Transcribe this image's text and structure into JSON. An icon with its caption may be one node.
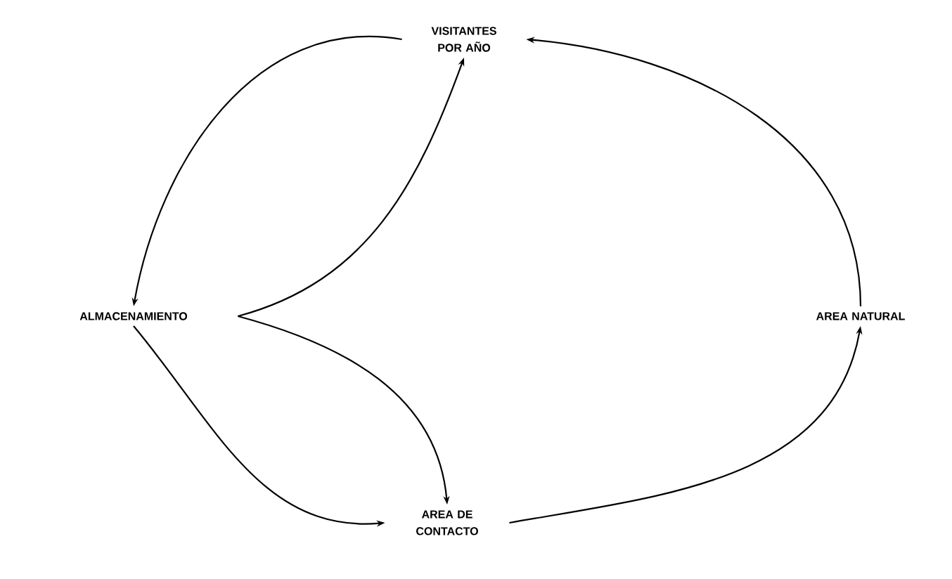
{
  "diagram": {
    "nodes": [
      {
        "text": [
          "VISITANTES POR AÑO"
        ]
      },
      {
        "text": [
          "ALMACENAMIENTO"
        ]
      },
      {
        "text": [
          "AREA NATURAL"
        ]
      },
      {
        "text": [
          "AREA DE CONTACTO"
        ]
      }
    ],
    "edges": [
      {
        "from": 0,
        "to": 1,
        "arrow": "to"
      },
      {
        "from": 1,
        "to": 0,
        "arrow": "to"
      },
      {
        "from": 1,
        "to": 3,
        "arrow": "to"
      },
      {
        "from": 1,
        "to": 3,
        "arrow": "to"
      },
      {
        "from": 3,
        "to": 2,
        "arrow": "to"
      },
      {
        "from": 2,
        "to": 0,
        "arrow": "to"
      }
    ]
  }
}
